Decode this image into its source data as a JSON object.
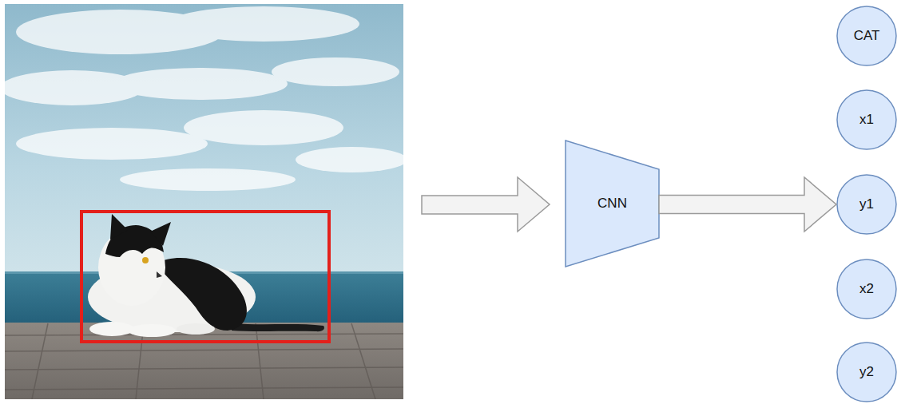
{
  "diagram": {
    "nodes": [
      {
        "text": [
          "CNN"
        ]
      },
      {
        "text": [
          "CAT"
        ]
      },
      {
        "text": [
          "x1"
        ]
      },
      {
        "text": [
          "y1"
        ]
      },
      {
        "text": [
          "x2"
        ]
      },
      {
        "text": [
          "y2"
        ]
      }
    ],
    "edges": [
      {
        "from": 0,
        "to": 3,
        "arrow": "to"
      }
    ]
  }
}
